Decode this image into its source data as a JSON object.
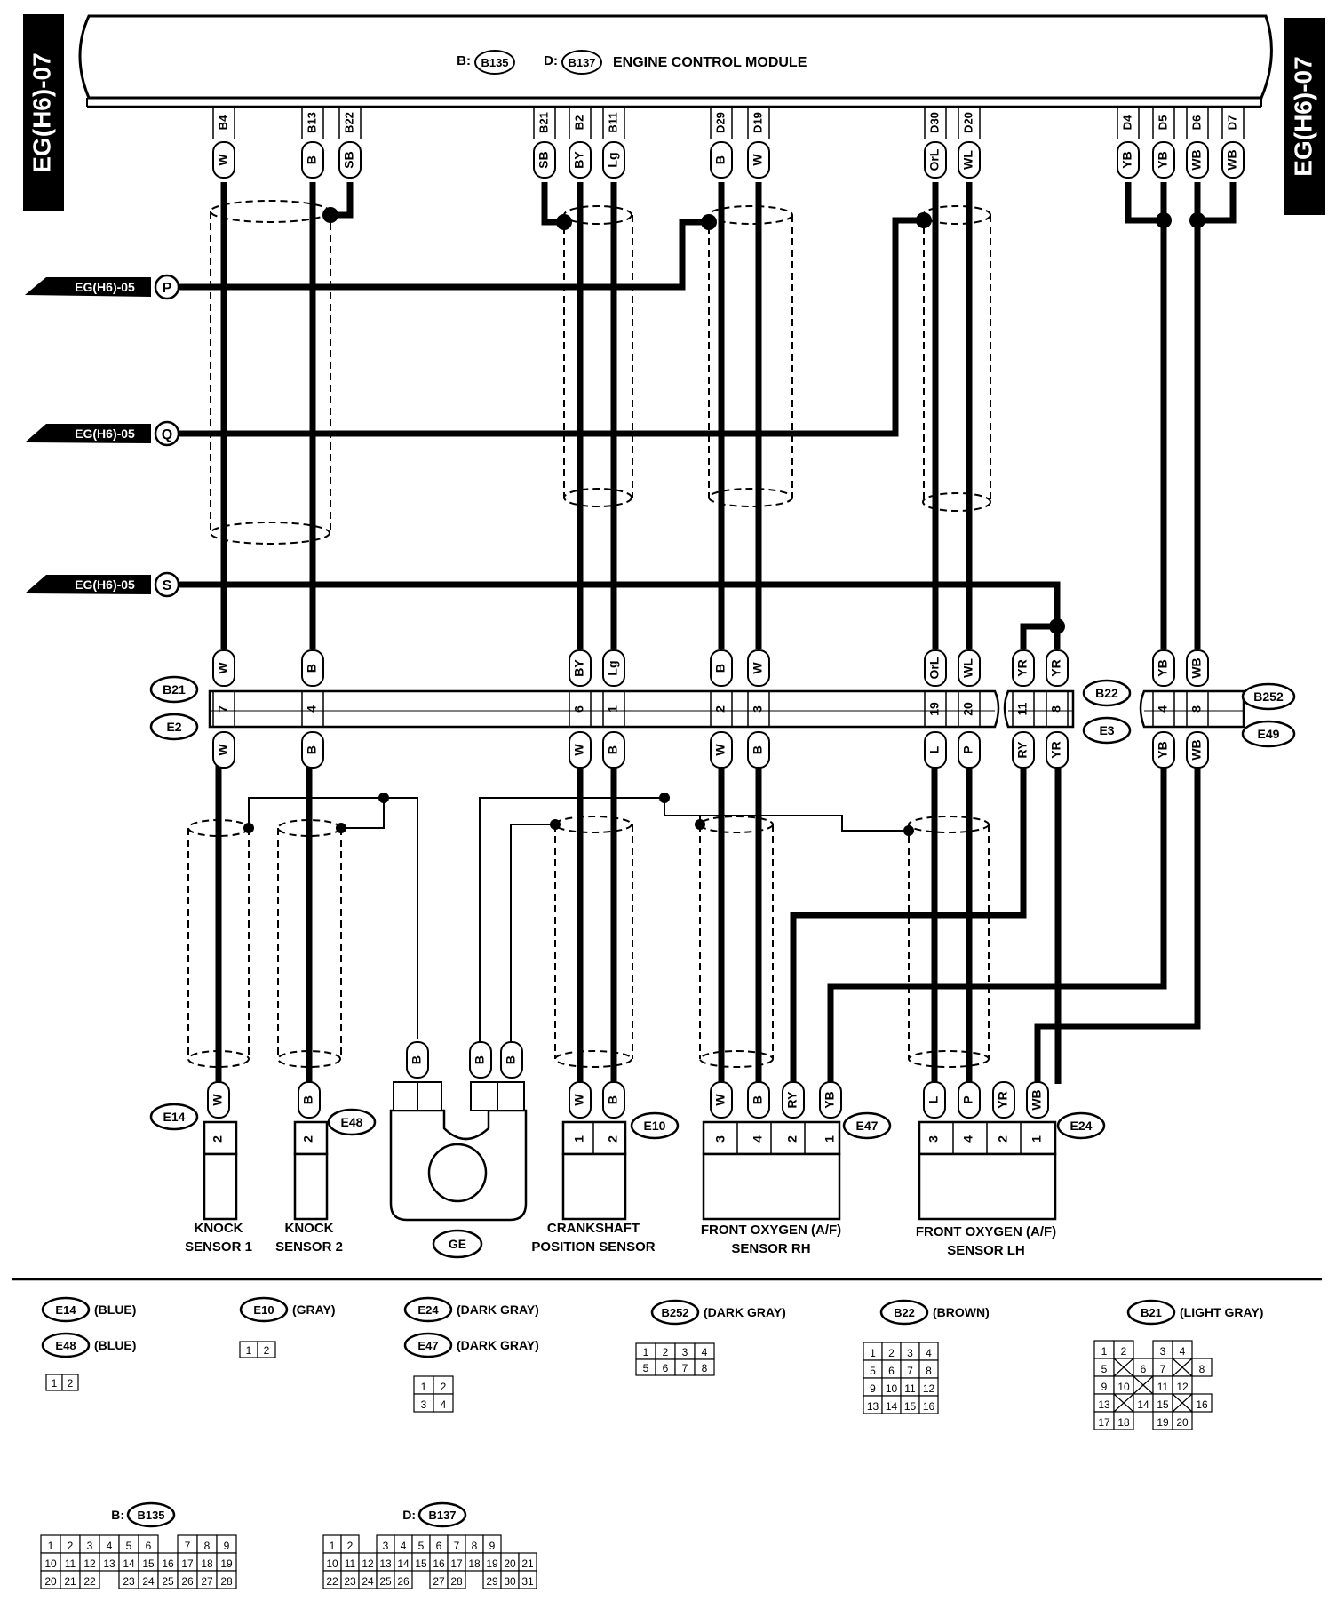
{
  "sheet": {
    "section_id": "EG(H6)-07",
    "ecm": {
      "prefix_b": "B:",
      "conn_b": "B135",
      "prefix_d": "D:",
      "conn_d": "B137",
      "title": "ENGINE CONTROL MODULE"
    }
  },
  "ecm_pins": [
    {
      "pin": "B4",
      "wire": "W"
    },
    {
      "pin": "B13",
      "wire": "B"
    },
    {
      "pin": "B22",
      "wire": "SB"
    },
    {
      "pin": "B21",
      "wire": "SB"
    },
    {
      "pin": "B2",
      "wire": "BY"
    },
    {
      "pin": "B11",
      "wire": "Lg"
    },
    {
      "pin": "D29",
      "wire": "B"
    },
    {
      "pin": "D19",
      "wire": "W"
    },
    {
      "pin": "D30",
      "wire": "OrL"
    },
    {
      "pin": "D20",
      "wire": "WL"
    },
    {
      "pin": "D4",
      "wire": "YB"
    },
    {
      "pin": "D5",
      "wire": "YB"
    },
    {
      "pin": "D6",
      "wire": "WB"
    },
    {
      "pin": "D7",
      "wire": "WB"
    }
  ],
  "off_page": [
    {
      "ref": "EG(H6)-05",
      "letter": "P"
    },
    {
      "ref": "EG(H6)-05",
      "letter": "Q"
    },
    {
      "ref": "EG(H6)-05",
      "letter": "S"
    }
  ],
  "joint": {
    "left_upper": "B21",
    "left_lower": "E2",
    "mid_upper": "B22",
    "mid_lower": "E3",
    "right_upper": "B252",
    "right_lower": "E49",
    "wires": [
      {
        "upper": "W",
        "cavity": "7",
        "lower": "W"
      },
      {
        "upper": "B",
        "cavity": "4",
        "lower": "B"
      },
      {
        "upper": "BY",
        "cavity": "6",
        "lower": "W"
      },
      {
        "upper": "Lg",
        "cavity": "1",
        "lower": "B"
      },
      {
        "upper": "B",
        "cavity": "2",
        "lower": "W"
      },
      {
        "upper": "W",
        "cavity": "3",
        "lower": "B"
      },
      {
        "upper": "OrL",
        "cavity": "19",
        "lower": "L"
      },
      {
        "upper": "WL",
        "cavity": "20",
        "lower": "P"
      },
      {
        "upper": "YR",
        "cavity": "11",
        "lower": "RY"
      },
      {
        "upper": "YR",
        "cavity": "8",
        "lower": "YR"
      },
      {
        "upper": "YB",
        "cavity": "4",
        "lower": "YB"
      },
      {
        "upper": "WB",
        "cavity": "8",
        "lower": "WB"
      }
    ]
  },
  "components": [
    {
      "id": "E14",
      "name1": "KNOCK",
      "name2": "SENSOR 1",
      "pins": [
        {
          "wire": "W",
          "cavity": "2"
        }
      ]
    },
    {
      "id": "E48",
      "name1": "KNOCK",
      "name2": "SENSOR 2",
      "pins": [
        {
          "wire": "B",
          "cavity": "2"
        }
      ]
    },
    {
      "id": "GE",
      "name1": "",
      "name2": "",
      "pins": [
        {
          "wire": "B",
          "cavity": ""
        },
        {
          "wire": "B",
          "cavity": ""
        },
        {
          "wire": "B",
          "cavity": ""
        }
      ]
    },
    {
      "id": "E10",
      "name1": "CRANKSHAFT",
      "name2": "POSITION SENSOR",
      "pins": [
        {
          "wire": "W",
          "cavity": "1"
        },
        {
          "wire": "B",
          "cavity": "2"
        }
      ]
    },
    {
      "id": "E47",
      "name1": "FRONT OXYGEN (A/F)",
      "name2": "SENSOR RH",
      "pins": [
        {
          "wire": "W",
          "cavity": "3"
        },
        {
          "wire": "B",
          "cavity": "4"
        },
        {
          "wire": "RY",
          "cavity": "2"
        },
        {
          "wire": "YB",
          "cavity": "1"
        }
      ]
    },
    {
      "id": "E24",
      "name1": "FRONT OXYGEN (A/F)",
      "name2": "SENSOR LH",
      "pins": [
        {
          "wire": "L",
          "cavity": "3"
        },
        {
          "wire": "P",
          "cavity": "4"
        },
        {
          "wire": "YR",
          "cavity": "2"
        },
        {
          "wire": "WB",
          "cavity": "1"
        }
      ]
    }
  ],
  "legend": [
    {
      "ids": [
        "E14",
        "E48"
      ],
      "colors": [
        "(BLUE)",
        "(BLUE)"
      ],
      "rows": [
        [
          "1",
          "2"
        ]
      ]
    },
    {
      "ids": [
        "E10"
      ],
      "colors": [
        "(GRAY)"
      ],
      "rows": [
        [
          "1",
          "2"
        ]
      ]
    },
    {
      "ids": [
        "E24",
        "E47"
      ],
      "colors": [
        "(DARK GRAY)",
        "(DARK GRAY)"
      ],
      "rows": [
        [
          "1",
          "2"
        ],
        [
          "3",
          "4"
        ]
      ]
    },
    {
      "ids": [
        "B252"
      ],
      "colors": [
        "(DARK GRAY)"
      ],
      "rows": [
        [
          "1",
          "2",
          "3",
          "4"
        ],
        [
          "5",
          "6",
          "7",
          "8"
        ]
      ]
    },
    {
      "ids": [
        "B22"
      ],
      "colors": [
        "(BROWN)"
      ],
      "rows": [
        [
          "1",
          "2",
          "3",
          "4"
        ],
        [
          "5",
          "6",
          "7",
          "8"
        ],
        [
          "9",
          "10",
          "11",
          "12"
        ],
        [
          "13",
          "14",
          "15",
          "16"
        ]
      ]
    },
    {
      "ids": [
        "B21"
      ],
      "colors": [
        "(LIGHT GRAY)"
      ],
      "rows": [
        [
          "1",
          "2",
          "",
          "3",
          "4"
        ],
        [
          "5",
          "X",
          "6",
          "7",
          "X",
          "8"
        ],
        [
          "9",
          "10",
          "X",
          "11",
          "12"
        ],
        [
          "13",
          "X",
          "14",
          "15",
          "X",
          "16"
        ],
        [
          "17",
          "18",
          "",
          "19",
          "20"
        ]
      ]
    }
  ],
  "ecm_connectors": [
    {
      "prefix": "B:",
      "id": "B135",
      "rows": [
        [
          "1",
          "2",
          "3",
          "4",
          "5",
          "6",
          "",
          "7",
          "8",
          "9"
        ],
        [
          "10",
          "11",
          "12",
          "13",
          "14",
          "15",
          "16",
          "17",
          "18",
          "19"
        ],
        [
          "20",
          "21",
          "22",
          "",
          "23",
          "24",
          "25",
          "26",
          "27",
          "28"
        ]
      ]
    },
    {
      "prefix": "D:",
      "id": "B137",
      "rows": [
        [
          "1",
          "2",
          "",
          "3",
          "4",
          "5",
          "6",
          "7",
          "8",
          "9"
        ],
        [
          "10",
          "11",
          "12",
          "13",
          "14",
          "15",
          "16",
          "17",
          "18",
          "19",
          "20",
          "21"
        ],
        [
          "22",
          "23",
          "24",
          "25",
          "26",
          "",
          "27",
          "28",
          "",
          "29",
          "30",
          "31"
        ]
      ]
    }
  ]
}
